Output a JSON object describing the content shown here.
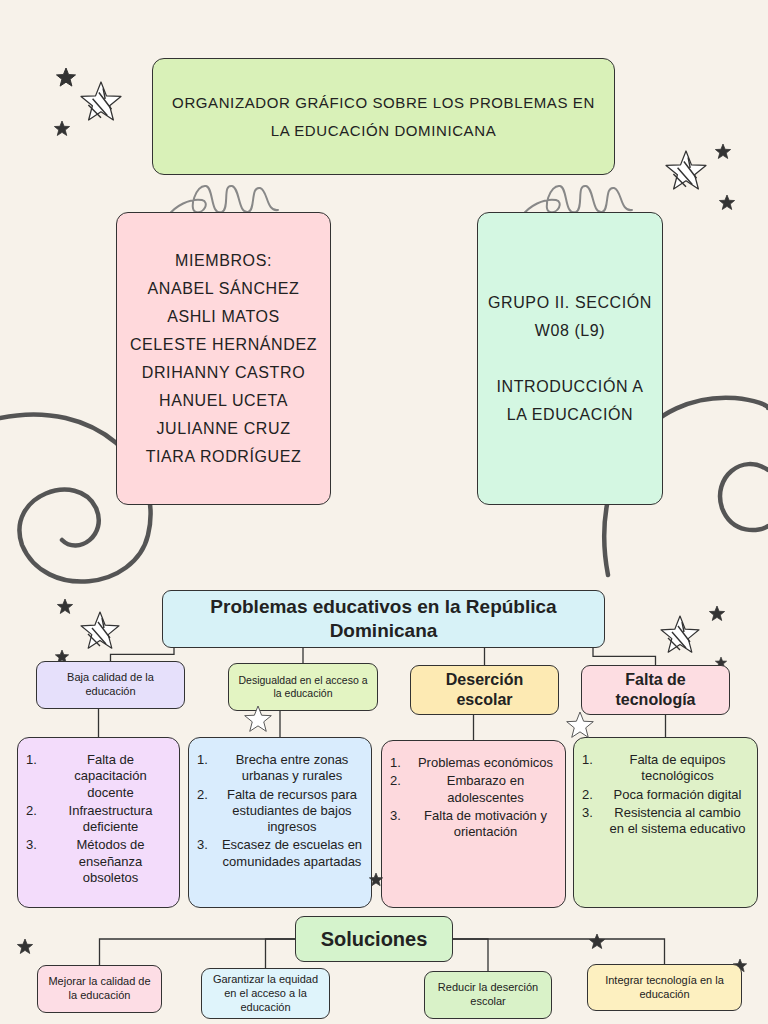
{
  "diagram": {
    "nodes": [
      {
        "text": [
          "ORGANIZADOR GRÁFICO SOBRE LOS PROBLEMAS EN LA EDUCACIÓN DOMINICANA"
        ]
      },
      {
        "text": [
          "MIEMBROS:",
          "ANABEL SÁNCHEZ",
          "ASHLI MATOS",
          "CELESTE HERNÁNDEZ",
          "DRIHANNY CASTRO",
          "HANUEL UCETA",
          "JULIANNE CRUZ",
          "TIARA RODRÍGUEZ"
        ]
      },
      {
        "text": [
          "GRUPO II. SECCIÓN W08 (L9)",
          "INTRODUCCIÓN A LA EDUCACIÓN"
        ]
      },
      {
        "text": [
          "Problemas educativos en la República Dominicana"
        ]
      },
      {
        "text": [
          "Baja calidad de la educación"
        ]
      },
      {
        "text": [
          "Desigualdad en el acceso a la educación"
        ]
      },
      {
        "text": [
          "Deserción escolar"
        ]
      },
      {
        "text": [
          "Falta de tecnología"
        ]
      },
      {
        "text": [
          "1.",
          "Falta de capacitación docente",
          "2.",
          "Infraestructura deficiente",
          "3.",
          "Métodos de enseñanza obsoletos"
        ]
      },
      {
        "text": [
          "1.",
          "Brecha entre zonas urbanas y rurales",
          "2.",
          "Falta de recursos para estudiantes de bajos ingresos",
          "3.",
          "Escasez de escuelas en comunidades apartadas"
        ]
      },
      {
        "text": [
          "1.",
          "Problemas económicos",
          "2.",
          "Embarazo en adolescentes",
          "3.",
          "Falta de motivación y orientación"
        ]
      },
      {
        "text": [
          "1.",
          "Falta de equipos tecnológicos",
          "2.",
          "Poca formación digital",
          "3.",
          "Resistencia al cambio en el sistema educativo"
        ]
      },
      {
        "text": [
          "Soluciones"
        ]
      },
      {
        "text": [
          "Mejorar la calidad de la educación"
        ]
      },
      {
        "text": [
          "Garantizar la equidad en el acceso a la educación"
        ]
      },
      {
        "text": [
          "Reducir la deserción escolar"
        ]
      },
      {
        "text": [
          "Integrar tecnología en la educación"
        ]
      }
    ],
    "edges": [
      {
        "from": 3,
        "to": 4,
        "arrow": "none"
      },
      {
        "from": 3,
        "to": 5,
        "arrow": "none"
      },
      {
        "from": 3,
        "to": 6,
        "arrow": "none"
      },
      {
        "from": 3,
        "to": 7,
        "arrow": "none"
      },
      {
        "from": 4,
        "to": 8,
        "arrow": "none"
      },
      {
        "from": 5,
        "to": 9,
        "arrow": "none"
      },
      {
        "from": 6,
        "to": 10,
        "arrow": "none"
      },
      {
        "from": 7,
        "to": 11,
        "arrow": "none"
      },
      {
        "from": 12,
        "to": 13,
        "arrow": "none"
      },
      {
        "from": 12,
        "to": 14,
        "arrow": "none"
      },
      {
        "from": 12,
        "to": 15,
        "arrow": "none"
      },
      {
        "from": 12,
        "to": 16,
        "arrow": "none"
      }
    ]
  }
}
